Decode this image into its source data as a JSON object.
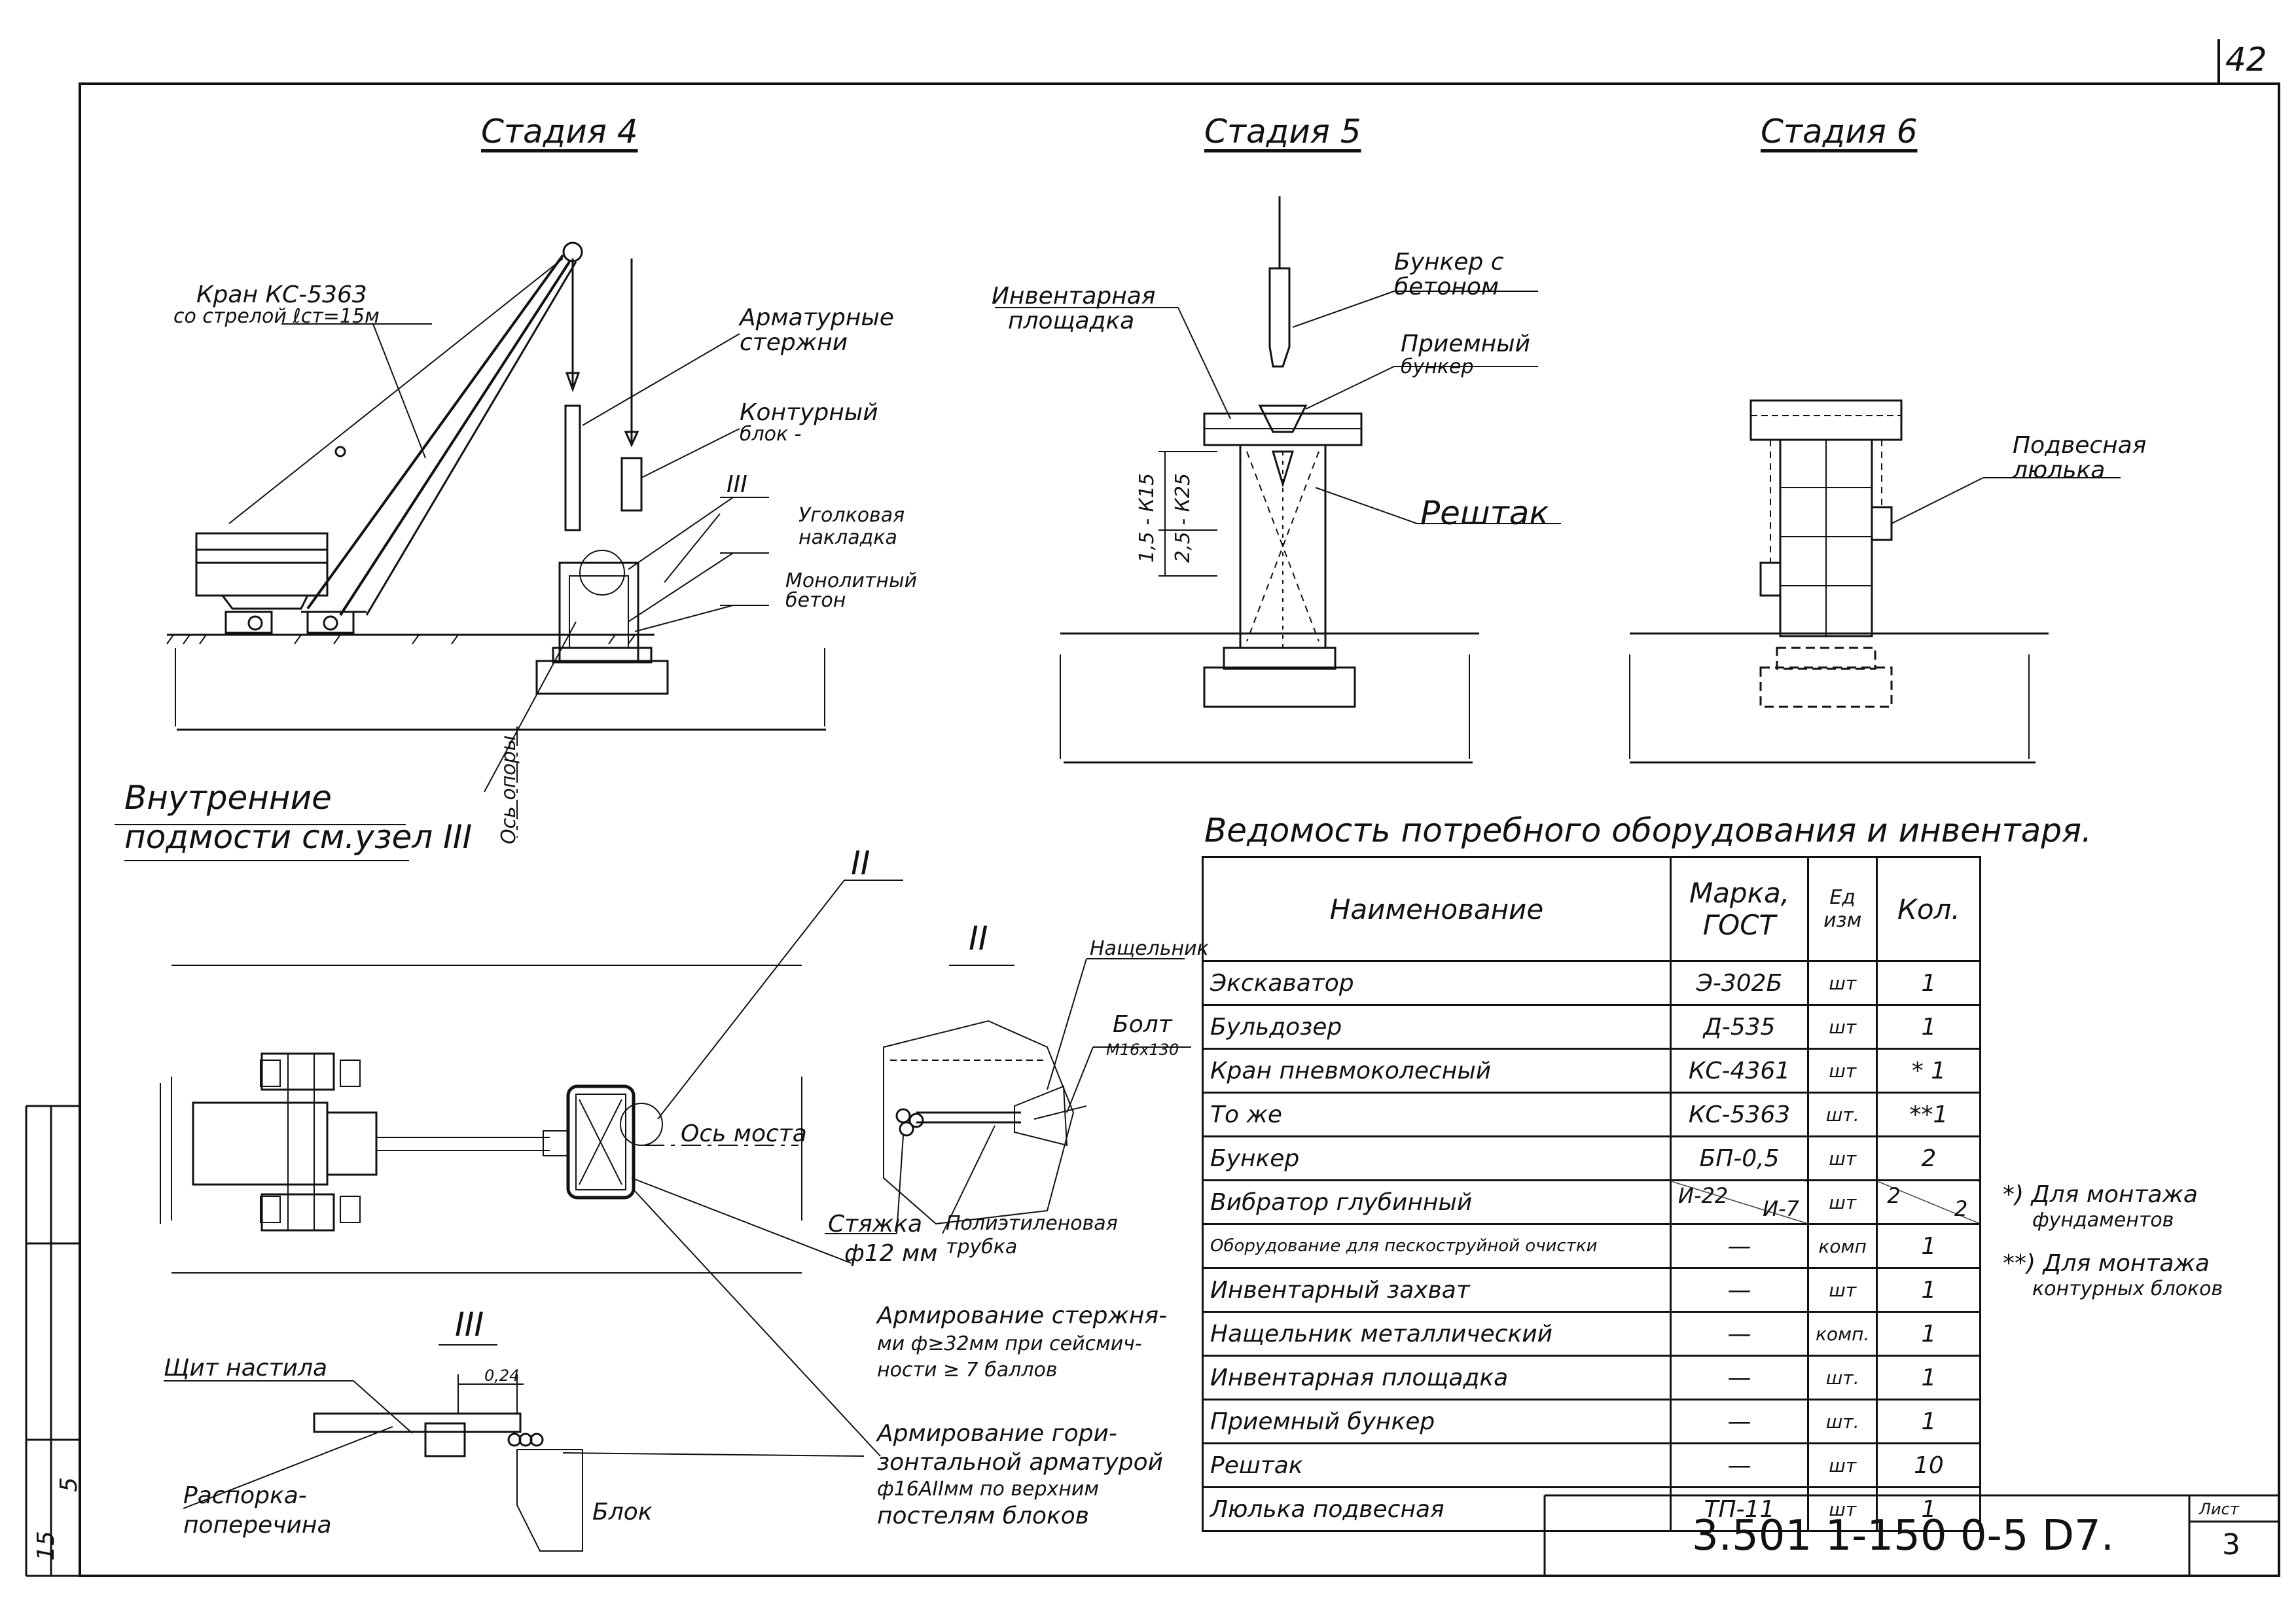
{
  "sheet": {
    "page_number": "42",
    "stamp_list_label": "Лист",
    "stamp_list_value": "3",
    "doc_code": "3.501 1-150   0-5 D7.",
    "side_number_1": "15",
    "side_number_2": "5"
  },
  "stages": {
    "stage4": "Стадия 4",
    "stage5": "Стадия 5",
    "stage6": "Стадия 6"
  },
  "labels": {
    "crane_1": "Кран КС-5363",
    "crane_2": "со стрелой ℓст=15м",
    "rebar_1": "Арматурные",
    "rebar_2": "стержни",
    "contour_1": "Контурный",
    "contour_2": "блок -",
    "angle_1": "Уголковая",
    "angle_2": "накладка",
    "mono_1": "Монолитный",
    "mono_2": "бетон",
    "inner_1": "Внутренние",
    "inner_2": "подмости см.узел III",
    "axis_support": "Ось опоры",
    "node_III": "III",
    "node_II": "II",
    "platform_1": "Инвентарная",
    "platform_2": "площадка",
    "bunker_1": "Бункер с",
    "bunker_2": "бетоном",
    "recv_1": "Приемный",
    "recv_2": "бункер",
    "grate": "Рештак",
    "dim_k15": "1,5 - К15",
    "dim_k25": "2,5 - К25",
    "cradle_1": "Подвесная",
    "cradle_2": "люлька",
    "axis_bridge": "Ось моста",
    "nagelnik": "Нащельник",
    "bolt_1": "Болт",
    "bolt_2": "М16х130",
    "tie_1": "Стяжка",
    "tie_2": "ф12 мм",
    "tube_1": "Полиэтиленовая",
    "tube_2": "трубка",
    "arm1_1": "Армирование стержня-",
    "arm1_2": "ми ф≥32мм при сейсмич-",
    "arm1_3": "ности ≥ 7 баллов",
    "arm2_1": "Армирование гори-",
    "arm2_2": "зонтальной арматурой",
    "arm2_3": "ф16АIIмм по верхним",
    "arm2_4": "постелям блоков",
    "shield": "Щит настила",
    "dim_024": "0,24",
    "strut_1": "Распорка-",
    "strut_2": "поперечина",
    "block": "Блок"
  },
  "equipment": {
    "title": "Ведомость потребного оборудования и инвентаря.",
    "headers": {
      "name": "Наименование",
      "mark_1": "Марка,",
      "mark_2": "ГОСТ",
      "unit_1": "Ед",
      "unit_2": "изм",
      "qty": "Кол."
    },
    "rows": [
      {
        "name": "Экскаватор",
        "mark": "Э-302Б",
        "unit": "шт",
        "qty": "1"
      },
      {
        "name": "Бульдозер",
        "mark": "Д-535",
        "unit": "шт",
        "qty": "1"
      },
      {
        "name": "Кран пневмоколесный",
        "mark": "КС-4361",
        "unit": "шт",
        "qty": "* 1"
      },
      {
        "name": "То же",
        "mark": "КС-5363",
        "unit": "шт.",
        "qty": "**1"
      },
      {
        "name": "Бункер",
        "mark": "БП-0,5",
        "unit": "шт",
        "qty": "2"
      },
      {
        "name": "Вибратор глубинный",
        "mark_a": "И-22",
        "mark_b": "И-7",
        "unit": "шт",
        "qty_a": "2",
        "qty_b": "2"
      },
      {
        "name": "Оборудование для пескоструйной очистки",
        "mark": "—",
        "unit": "комп",
        "qty": "1"
      },
      {
        "name": "Инвентарный захват",
        "mark": "—",
        "unit": "шт",
        "qty": "1"
      },
      {
        "name": "Нащельник металлический",
        "mark": "—",
        "unit": "комп.",
        "qty": "1"
      },
      {
        "name": "Инвентарная площадка",
        "mark": "—",
        "unit": "шт.",
        "qty": "1"
      },
      {
        "name": "Приемный бункер",
        "mark": "—",
        "unit": "шт.",
        "qty": "1"
      },
      {
        "name": "Рештак",
        "mark": "—",
        "unit": "шт",
        "qty": "10"
      },
      {
        "name": "Люлька подвесная",
        "mark": "ТП-11",
        "unit": "шт",
        "qty": "1"
      }
    ],
    "notes": {
      "n1_1": "*) Для монтажа",
      "n1_2": "фундаментов",
      "n2_1": "**) Для монтажа",
      "n2_2": "контурных блоков"
    }
  }
}
